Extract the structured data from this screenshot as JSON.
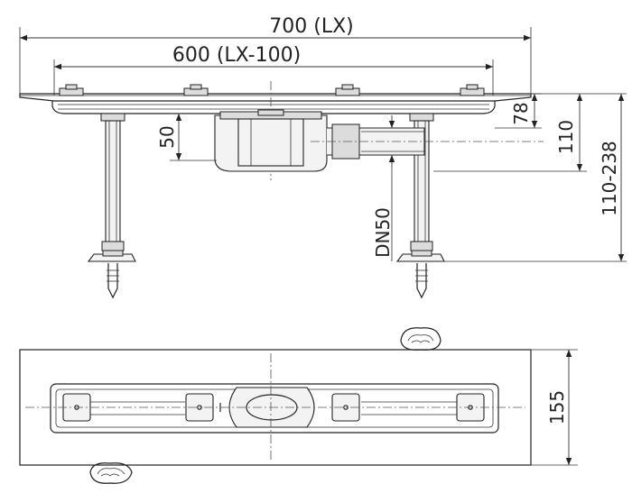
{
  "dimensions": {
    "overall_length": "700 (LX)",
    "inner_length": "600 (LX-100)",
    "depth_50": "50",
    "depth_78": "78",
    "depth_110": "110",
    "height_range": "110-238",
    "outlet": "DN50",
    "width": "155"
  },
  "colors": {
    "line": "#222222",
    "background": "#ffffff"
  }
}
